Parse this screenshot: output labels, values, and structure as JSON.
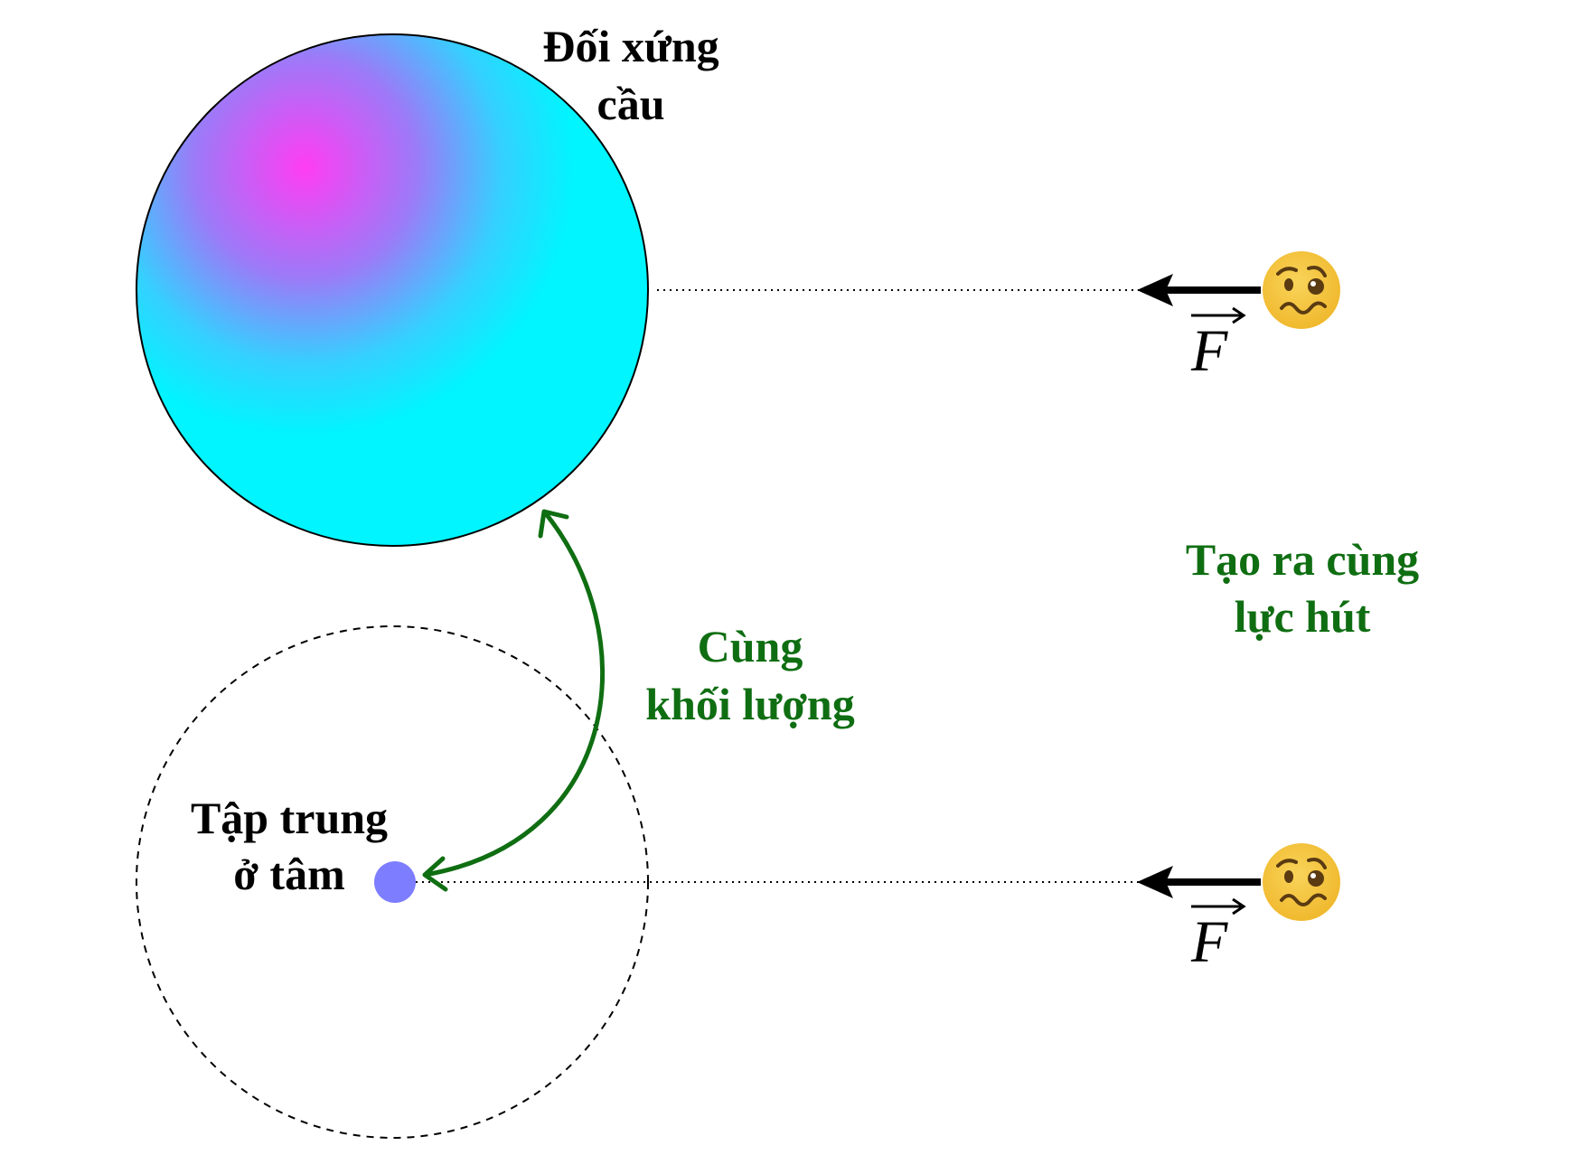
{
  "labels": {
    "sphere_line1": "Đối xứng",
    "sphere_line2": "cầu",
    "point_line1": "Tập trung",
    "point_line2": "ở tâm",
    "mass_line1": "Cùng",
    "mass_line2": "khối lượng",
    "force_line1": "Tạo ra cùng",
    "force_line2": "lực hút",
    "force_symbol_top": "F",
    "force_symbol_bottom": "F"
  },
  "colors": {
    "sphere_highlight": "#ff3df2",
    "sphere_mid": "#6f9dfc",
    "sphere_edge": "#00f5ff",
    "point_mass": "#7d7dff",
    "green_text": "#0f6e12",
    "face": "#f5c542"
  },
  "icons": {
    "observer_top": "woozy-face-icon",
    "observer_bottom": "woozy-face-icon"
  }
}
